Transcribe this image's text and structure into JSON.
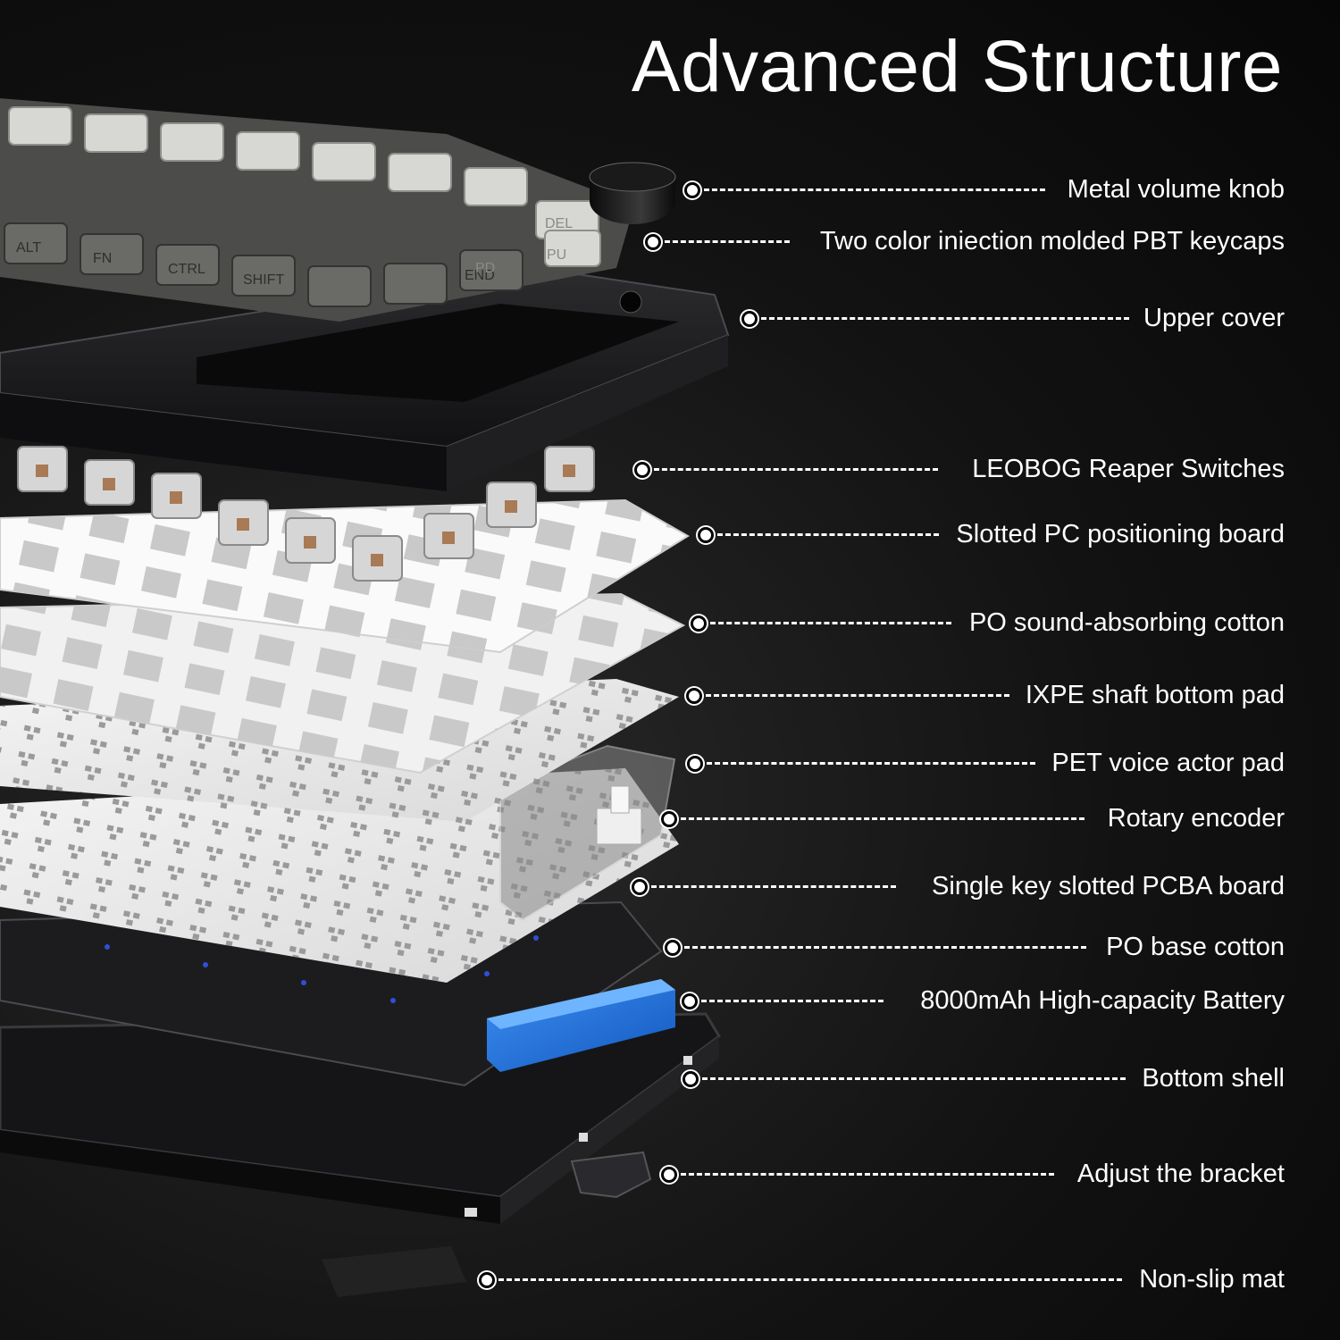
{
  "title": "Advanced Structure",
  "colors": {
    "background": "#0d0d0d",
    "text": "#ffffff",
    "keycap_light": "#d9d9d6",
    "keycap_dark": "#5a5a58",
    "case_black": "#1b1b1d",
    "plate_white": "#eeeeee",
    "battery_blue": "#1e73e0"
  },
  "components": [
    {
      "label": "Metal volume knob"
    },
    {
      "label": "Two color iniection molded PBT keycaps"
    },
    {
      "label": "Upper cover"
    },
    {
      "label": "LEOBOG Reaper Switches"
    },
    {
      "label": "Slotted PC positioning board"
    },
    {
      "label": "PO sound-absorbing cotton"
    },
    {
      "label": "IXPE shaft bottom pad"
    },
    {
      "label": "PET voice actor pad"
    },
    {
      "label": "Rotary encoder"
    },
    {
      "label": "Single key slotted PCBA board"
    },
    {
      "label": "PO base cotton"
    },
    {
      "label": "8000mAh High-capacity Battery"
    },
    {
      "label": "Bottom shell"
    },
    {
      "label": "Adjust the bracket"
    },
    {
      "label": "Non-slip mat"
    }
  ],
  "keycap_legends": [
    "ALT",
    "FN",
    "CTRL",
    "SHIFT",
    "END",
    "DEL",
    "PU",
    "PD"
  ]
}
